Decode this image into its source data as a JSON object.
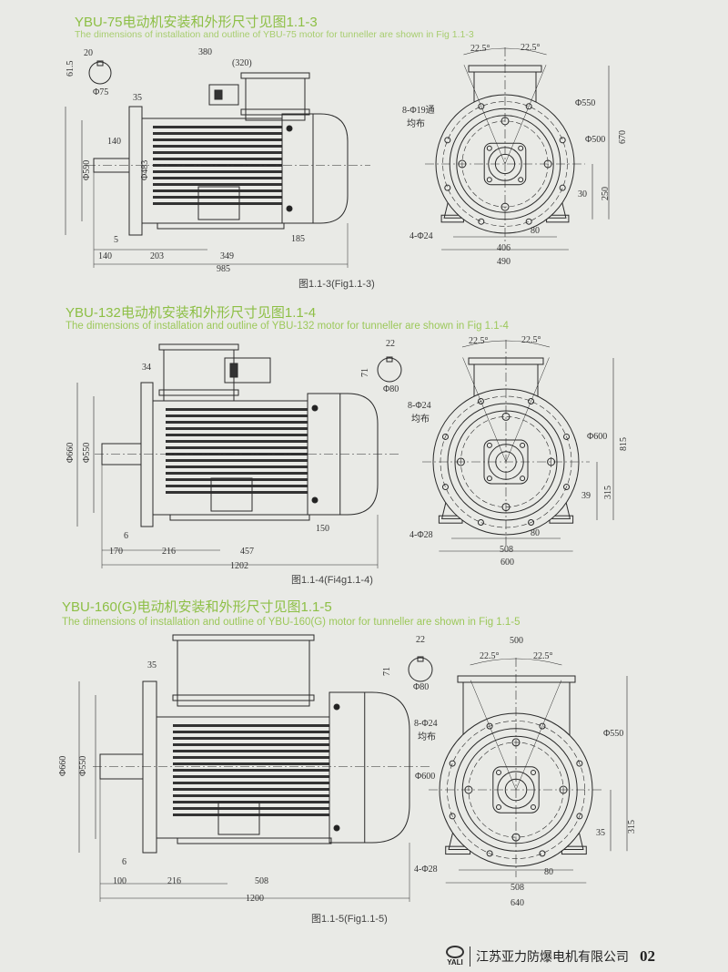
{
  "sections": [
    {
      "title_cn": "YBU-75电动机安装和外形尺寸见图1.1-3",
      "title_en": "The dimensions of installation and outline of YBU-75 motor for tunneller are shown in Fig 1.1-3",
      "caption": "图1.1-3(Fig1.1-3)",
      "side_dims": [
        "20",
        "380",
        "(320)",
        "61.5",
        "Φ75",
        "35",
        "140",
        "Φ590",
        "Φ483",
        "5",
        "140",
        "203",
        "349",
        "185",
        "985"
      ],
      "front_dims": [
        "22.5°",
        "22.5°",
        "8-Φ19通",
        "均布",
        "Φ550",
        "Φ500",
        "670",
        "250",
        "30",
        "4-Φ24",
        "80",
        "406",
        "490"
      ]
    },
    {
      "title_cn": "YBU-132电动机安装和外形尺寸见图1.1-4",
      "title_en": "The dimensions of installation and outline of YBU-132 motor for tunneller are shown in Fig 1.1-4",
      "caption": "图1.1-4(Fi4g1.1-4)",
      "side_dims": [
        "34",
        "22",
        "71",
        "Φ80",
        "Φ660",
        "Φ550",
        "6",
        "170",
        "216",
        "457",
        "150",
        "1202"
      ],
      "front_dims": [
        "22.5°",
        "22.5°",
        "8-Φ24",
        "均布",
        "Φ600",
        "815",
        "315",
        "39",
        "4-Φ28",
        "80",
        "508",
        "600"
      ]
    },
    {
      "title_cn": "YBU-160(G)电动机安装和外形尺寸见图1.1-5",
      "title_en": "The dimensions of installation and outline of YBU-160(G) motor for tunneller are shown in Fig 1.1-5",
      "caption": "图1.1-5(Fig1.1-5)",
      "side_dims": [
        "35",
        "Φ660",
        "Φ550",
        "6",
        "100",
        "216",
        "508",
        "1200",
        "22",
        "71",
        "Φ80"
      ],
      "front_dims": [
        "500",
        "22.5°",
        "22.5°",
        "8-Φ24",
        "均布",
        "Φ550",
        "Φ600",
        "315",
        "35",
        "4-Φ28",
        "80",
        "508",
        "640"
      ]
    }
  ],
  "footer": {
    "logo": "YALI",
    "company": "江苏亚力防爆电机有限公司",
    "page": "02"
  },
  "colors": {
    "heading": "#8dbf45",
    "line": "#2a2a2a",
    "paper": "#e9eae6"
  }
}
